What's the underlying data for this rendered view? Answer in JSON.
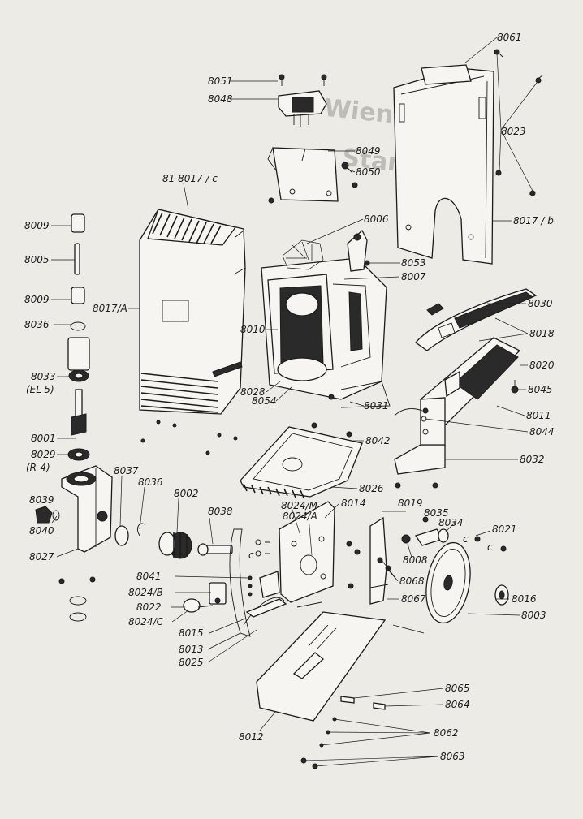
{
  "labels": {
    "l8061": "8061",
    "l8051": "8051",
    "l8048": "8048",
    "l8023": "8023",
    "l8049": "8049",
    "l8050": "8050",
    "l8017c": "81 8017 / c",
    "l8006": "8006",
    "l8017b": "8017 / b",
    "l8009a": "8009",
    "l8005": "8005",
    "l8053": "8053",
    "l8007": "8007",
    "l8009b": "8009",
    "l8017A": "8017/A",
    "l8030": "8030",
    "l8036a": "8036",
    "l8010": "8010",
    "l8018": "8018",
    "l8033": "8033",
    "lEL5": "(EL-5)",
    "l8020": "8020",
    "l8045": "8045",
    "l8028": "8028",
    "l8054": "8054",
    "l8031": "8031",
    "l8011": "8011",
    "l8001": "8001",
    "l8044": "8044",
    "l8042": "8042",
    "l8029": "8029",
    "lR4": "(R-4)",
    "l8032": "8032",
    "l8037": "8037",
    "l8036b": "8036",
    "l8026": "8026",
    "l8002": "8002",
    "l8039": "8039",
    "l8024M": "8024/M",
    "l8014": "8014",
    "l8024A": "8024/A",
    "l8019": "8019",
    "l8035": "8035",
    "l8038": "8038",
    "l8034": "8034",
    "l8021": "8021",
    "l8040": "8040",
    "l8008": "8008",
    "l8027": "8027",
    "l8041": "8041",
    "l8068": "8068",
    "l8024B": "8024/B",
    "l8016": "8016",
    "l8067": "8067",
    "l8022": "8022",
    "l8003": "8003",
    "l8024C": "8024/C",
    "l8015": "8015",
    "l8013": "8013",
    "l8025": "8025",
    "l8065": "8065",
    "l8064": "8064",
    "l8012": "8012",
    "l8062": "8062",
    "l8063": "8063",
    "c1": "c",
    "c2": "c",
    "c3": "c"
  },
  "watermark": {
    "line1": "Wiener",
    "line2": "Standard"
  },
  "colors": {
    "paper": "#ecebe6",
    "ink": "#1c1c1c",
    "watermark": "#bdbcb6"
  }
}
